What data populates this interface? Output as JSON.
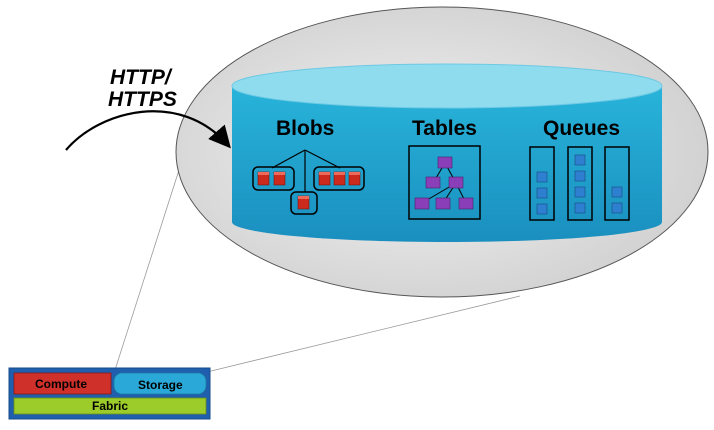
{
  "protocol": {
    "line1": "HTTP/",
    "line2": "HTTPS"
  },
  "services": {
    "blobs": "Blobs",
    "tables": "Tables",
    "queues": "Queues"
  },
  "layers": {
    "compute": "Compute",
    "storage": "Storage",
    "fabric": "Fabric"
  },
  "colors": {
    "ellipse_fill": "#e4e4e4",
    "cylinder": "#2ab0d6",
    "cylinder_top": "#8fdcef",
    "blob_cube": "#cc2a1c",
    "table_cube": "#8a3fb8",
    "queue_cube": "#2f7fd0",
    "compute": "#d0302a",
    "storage": "#2aa9d8",
    "fabric": "#9ccc2a",
    "layer_frame": "#1f5fae"
  },
  "icons": {
    "arrow": "curved-arrow-icon",
    "blob_cube": "red-cube-icon",
    "table_cube": "purple-cube-icon",
    "queue_cube": "blue-cube-icon"
  }
}
